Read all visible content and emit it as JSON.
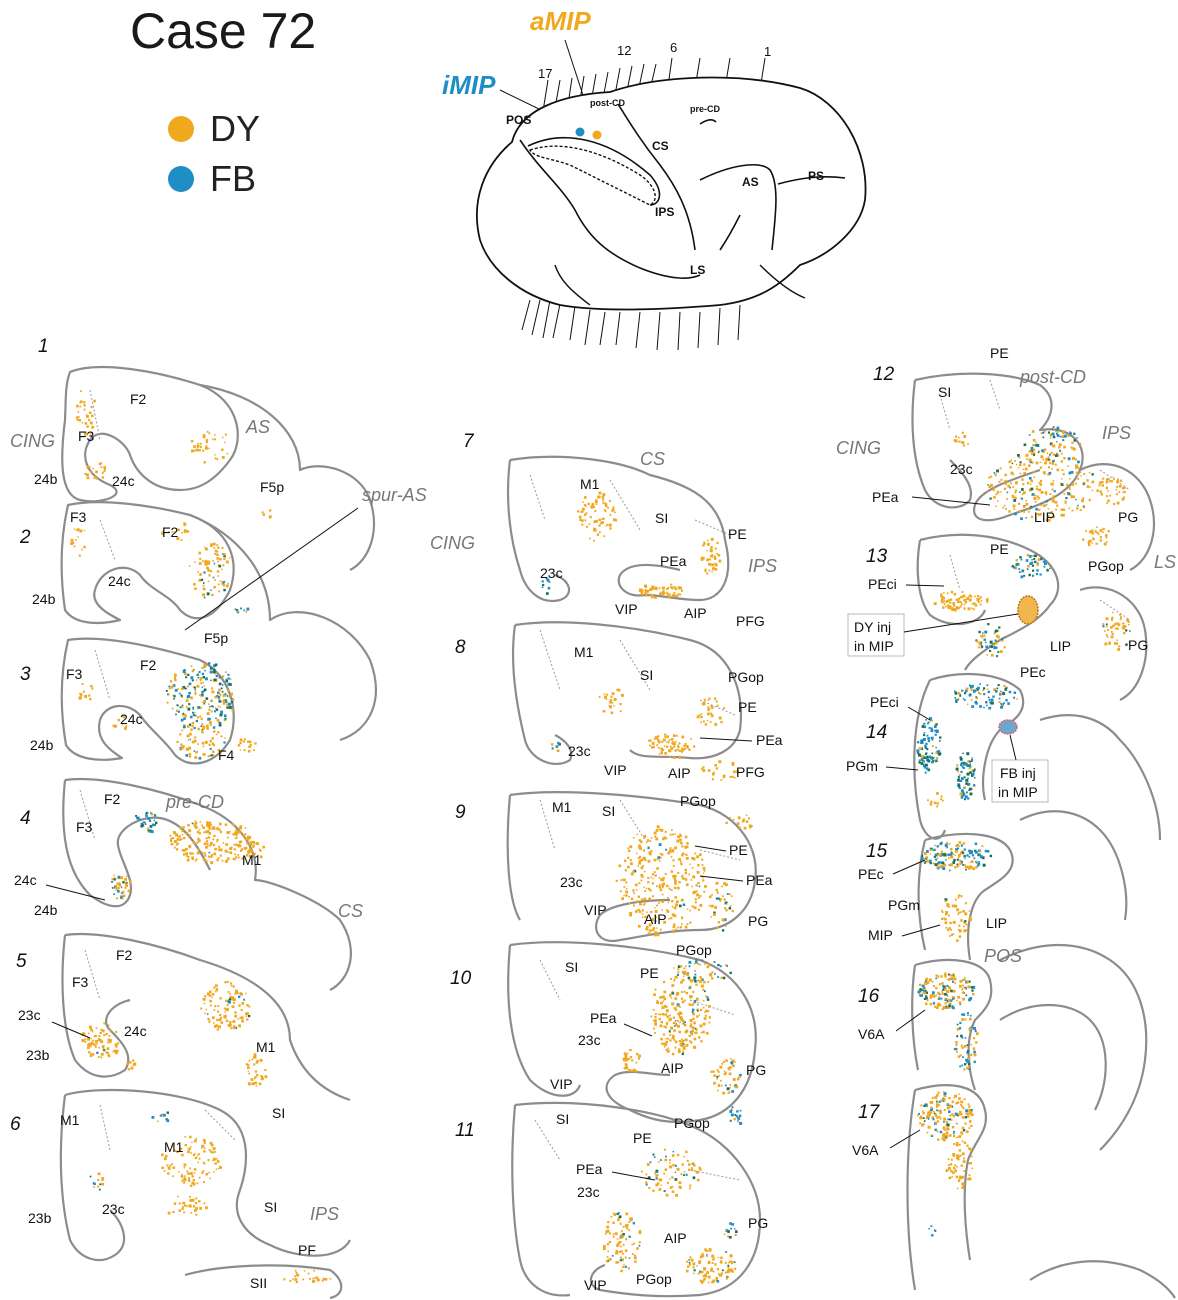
{
  "title": "Case 72",
  "legend": [
    {
      "label": "DY",
      "color": "#f0a81e"
    },
    {
      "label": "FB",
      "color": "#1f8ec4"
    }
  ],
  "injections": {
    "amip": "aMIP",
    "imip": "iMIP"
  },
  "brain": {
    "labels": {
      "pos": "POS",
      "post_cd": "post-CD",
      "pre_cd": "pre-CD",
      "cs": "CS",
      "as": "AS",
      "ps": "PS",
      "ips": "IPS",
      "ls": "LS"
    },
    "levels": {
      "l17": "17",
      "l12": "12",
      "l6": "6",
      "l1": "1"
    }
  },
  "sections": [
    {
      "num": "1",
      "labels": {
        "f2": "F2",
        "f3": "F3",
        "cing": "CING",
        "b24": "24b",
        "c24": "24c",
        "as": "AS",
        "f5p": "F5p",
        "spur": "spur-AS"
      }
    },
    {
      "num": "2",
      "labels": {
        "f3": "F3",
        "f2": "F2",
        "c24": "24c",
        "b24": "24b",
        "f5p": "F5p"
      }
    },
    {
      "num": "3",
      "labels": {
        "f3": "F3",
        "f2": "F2",
        "c24": "24c",
        "b24": "24b",
        "f4": "F4"
      }
    },
    {
      "num": "4",
      "labels": {
        "f2": "F2",
        "precd": "pre-CD",
        "f3": "F3",
        "m1": "M1",
        "c24": "24c",
        "b24": "24b",
        "cs": "CS"
      }
    },
    {
      "num": "5",
      "labels": {
        "f2": "F2",
        "f3": "F3",
        "c23": "23c",
        "c24": "24c",
        "b23": "23b",
        "m1": "M1",
        "si": "SI"
      }
    },
    {
      "num": "6",
      "labels": {
        "m1a": "M1",
        "m1b": "M1",
        "c23": "23c",
        "b23": "23b",
        "si": "SI",
        "ips": "IPS",
        "pf": "PF",
        "sii": "SII"
      }
    },
    {
      "num": "7",
      "labels": {
        "cs": "CS",
        "cing": "CING",
        "m1": "M1",
        "si": "SI",
        "pe": "PE",
        "pea": "PEa",
        "ips": "IPS",
        "c23": "23c",
        "vip": "VIP",
        "aip": "AIP",
        "pfg": "PFG"
      }
    },
    {
      "num": "8",
      "labels": {
        "m1": "M1",
        "si": "SI",
        "pgop": "PGop",
        "pe": "PE",
        "pea": "PEa",
        "c23": "23c",
        "vip": "VIP",
        "aip": "AIP",
        "pfg": "PFG"
      }
    },
    {
      "num": "9",
      "labels": {
        "m1": "M1",
        "si": "SI",
        "pgop": "PGop",
        "pe": "PE",
        "pea": "PEa",
        "c23": "23c",
        "vip": "VIP",
        "aip": "AIP",
        "pg": "PG"
      }
    },
    {
      "num": "10",
      "labels": {
        "pgop": "PGop",
        "si": "SI",
        "pe": "PE",
        "pea": "PEa",
        "c23": "23c",
        "vip": "VIP",
        "aip": "AIP",
        "pg": "PG"
      }
    },
    {
      "num": "11",
      "labels": {
        "pgop": "PGop",
        "si": "SI",
        "pe": "PE",
        "pea": "PEa",
        "c23": "23c",
        "aip": "AIP",
        "pg": "PG",
        "vip": "VIP",
        "pgop2": "PGop"
      }
    },
    {
      "num": "12",
      "labels": {
        "pe": "PE",
        "si": "SI",
        "postcd": "post-CD",
        "cing": "CING",
        "ips": "IPS",
        "c23": "23c",
        "pea": "PEa",
        "lip": "LIP",
        "pg": "PG",
        "pgop": "PGop",
        "ls": "LS"
      }
    },
    {
      "num": "13",
      "labels": {
        "pe": "PE",
        "peci": "PEci",
        "dyinj1": "DY inj",
        "dyinj2": "in MIP",
        "lip": "LIP",
        "pg": "PG"
      }
    },
    {
      "num": "14",
      "labels": {
        "pec": "PEc",
        "peci": "PEci",
        "pgm": "PGm",
        "fbinj1": "FB inj",
        "fbinj2": "in MIP"
      }
    },
    {
      "num": "15",
      "labels": {
        "pec": "PEc",
        "pgm": "PGm",
        "lip": "LIP",
        "mip": "MIP",
        "pos": "POS"
      }
    },
    {
      "num": "16",
      "labels": {
        "v6a": "V6A"
      }
    },
    {
      "num": "17",
      "labels": {
        "v6a": "V6A"
      }
    }
  ],
  "colors": {
    "dy": "#f0a81e",
    "fb": "#1f8ec4",
    "both": "#1b6f5a",
    "outline": "#8c8c8c"
  }
}
